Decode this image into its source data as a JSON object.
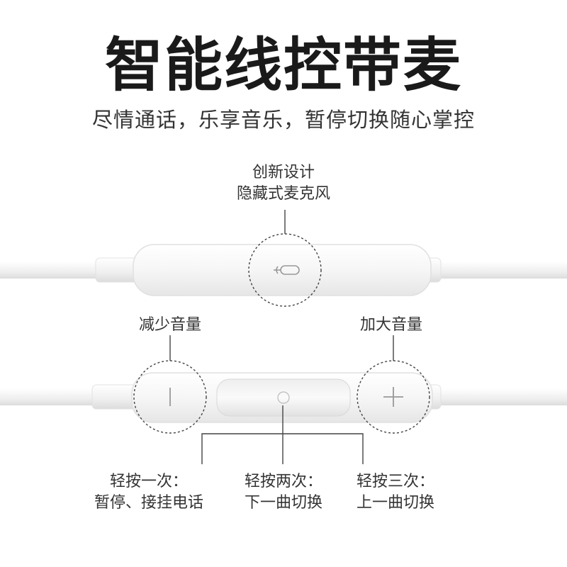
{
  "title": "智能线控带麦",
  "subtitle": "尽情通话，乐享音乐，暂停切换随心掌控",
  "mic": {
    "line1": "创新设计",
    "line2": "隐藏式麦克风",
    "icon": "microphone-icon"
  },
  "volume_down": {
    "label": "减少音量",
    "icon": "minus-icon"
  },
  "volume_up": {
    "label": "加大音量",
    "icon": "plus-icon"
  },
  "press_once": {
    "line1": "轻按一次：",
    "line2": "暂停、接挂电话"
  },
  "press_twice": {
    "line1": "轻按两次：",
    "line2": "下一曲切换"
  },
  "press_thrice": {
    "line1": "轻按三次：",
    "line2": "上一曲切换"
  },
  "colors": {
    "background": "#ffffff",
    "cable": "#e9e9e9",
    "body": "#f4f4f4",
    "dashed": "#444444",
    "text": "#333333"
  }
}
